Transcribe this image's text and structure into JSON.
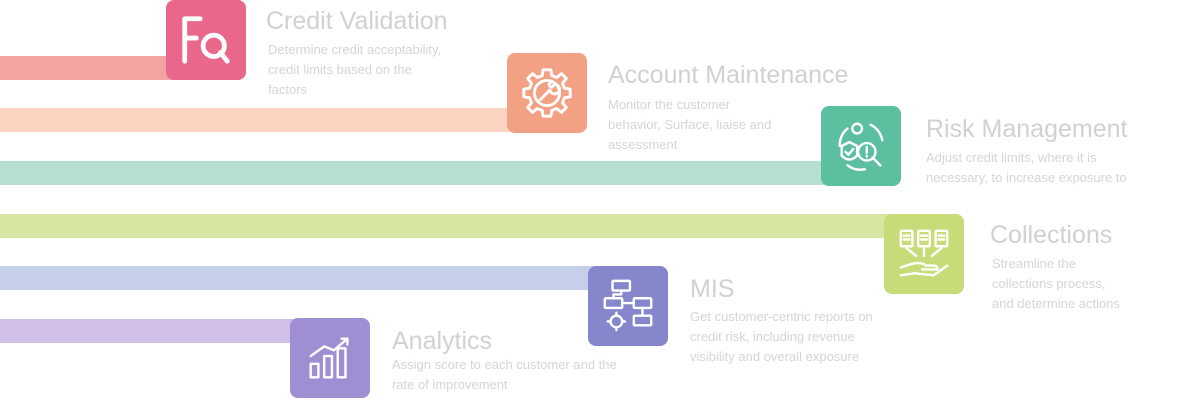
{
  "steps": [
    {
      "id": "credit-validation",
      "title": "Credit Validation",
      "description": [
        "Determine credit acceptability,",
        "credit limits based on the",
        "factors"
      ],
      "bar_color": "#f4a3a3",
      "tile_color": "#e8678a",
      "icon": "faq-magnifier-icon"
    },
    {
      "id": "account-maintenance",
      "title": "Account Maintenance",
      "description": [
        "Monitor the customer",
        "behavior, Surface, liaise and",
        "assessment"
      ],
      "bar_color": "#fcd5c0",
      "tile_color": "#f3a184",
      "icon": "gear-wrench-icon"
    },
    {
      "id": "risk-management",
      "title": "Risk Management",
      "description": [
        "Adjust credit limits, where it is",
        "necessary, to increase exposure to"
      ],
      "bar_color": "#b6dfd2",
      "tile_color": "#5bbfa0",
      "icon": "risk-shield-magnifier-icon"
    },
    {
      "id": "collections",
      "title": "Collections",
      "description": [
        "Streamline the",
        "collections process,",
        "and determine actions"
      ],
      "bar_color": "#d6e6a3",
      "tile_color": "#c6dc79",
      "icon": "documents-hand-icon"
    },
    {
      "id": "mis",
      "title": "MIS",
      "description": [
        "Get customer-centric reports on",
        "credit risk, including revenue",
        "visibility and overall exposure"
      ],
      "bar_color": "#c6cfea",
      "tile_color": "#8586cc",
      "icon": "flowchart-gear-icon"
    },
    {
      "id": "analytics",
      "title": "Analytics",
      "description": [
        "Assign score to each customer and the",
        "rate of improvement"
      ],
      "bar_color": "#d1bfe6",
      "tile_color": "#a08ed3",
      "icon": "bar-chart-icon"
    }
  ]
}
